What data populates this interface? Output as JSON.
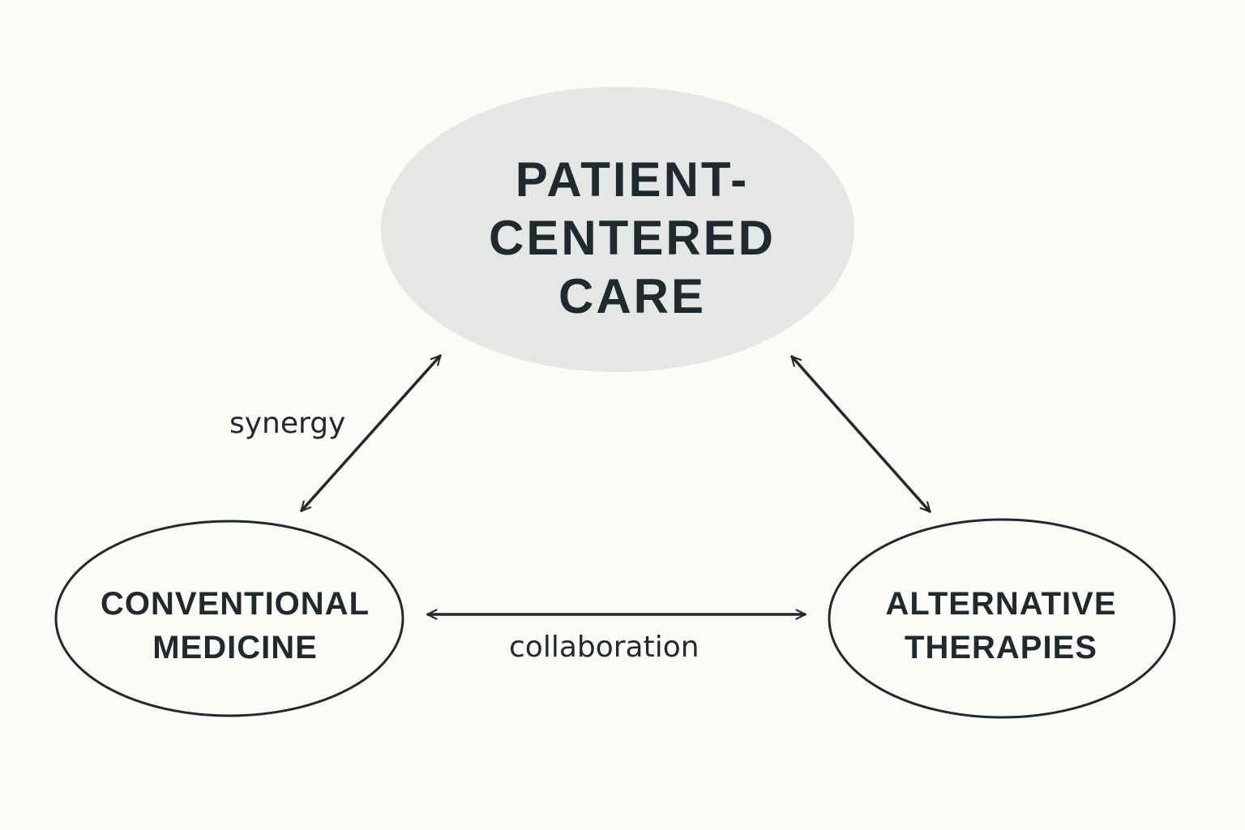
{
  "nodes": {
    "center": {
      "label": "PATIENT-\nCENTERED\nCARE",
      "fill": "#e5e7e4"
    },
    "left": {
      "label": "CONVENTIONAL\nMEDICINE"
    },
    "right": {
      "label": "ALTERNATIVE\nTHERAPIES"
    }
  },
  "edges": {
    "left_center": {
      "label": "synergy",
      "direction": "bidirectional"
    },
    "left_right": {
      "label": "collaboration",
      "direction": "bidirectional"
    },
    "center_right": {
      "label": "",
      "direction": "bidirectional"
    }
  },
  "colors": {
    "background": "#fcfbf7",
    "ink": "#1f2a2e"
  }
}
